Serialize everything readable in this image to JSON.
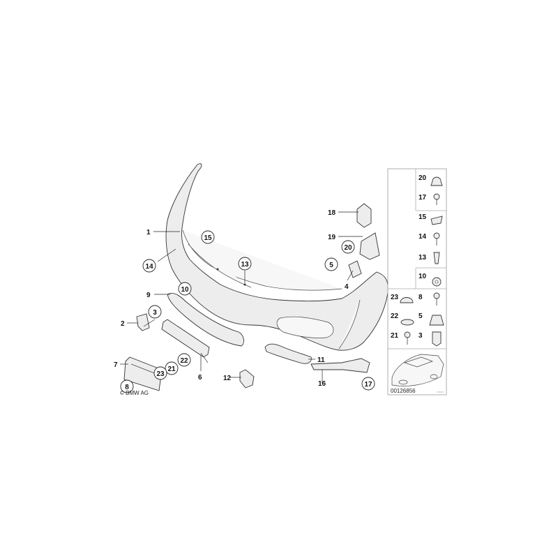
{
  "diagram": {
    "copyright": "© BMW AG",
    "image_number": "00126856",
    "callouts": {
      "c1": "1",
      "c2": "2",
      "c3": "3",
      "c4": "4",
      "c5": "5",
      "c6": "6",
      "c7": "7",
      "c8": "8",
      "c9": "9",
      "c10": "10",
      "c11": "11",
      "c12": "12",
      "c13": "13",
      "c14": "14",
      "c15": "15",
      "c16": "16",
      "c17": "17",
      "c18": "18",
      "c19": "19",
      "c20": "20",
      "c21": "21",
      "c22": "22",
      "c23": "23"
    },
    "legend": {
      "l20": "20",
      "l17": "17",
      "l15": "15",
      "l14": "14",
      "l13": "13",
      "l10": "10",
      "l23": "23",
      "l8": "8",
      "l22": "22",
      "l5": "5",
      "l21": "21",
      "l3": "3"
    }
  }
}
